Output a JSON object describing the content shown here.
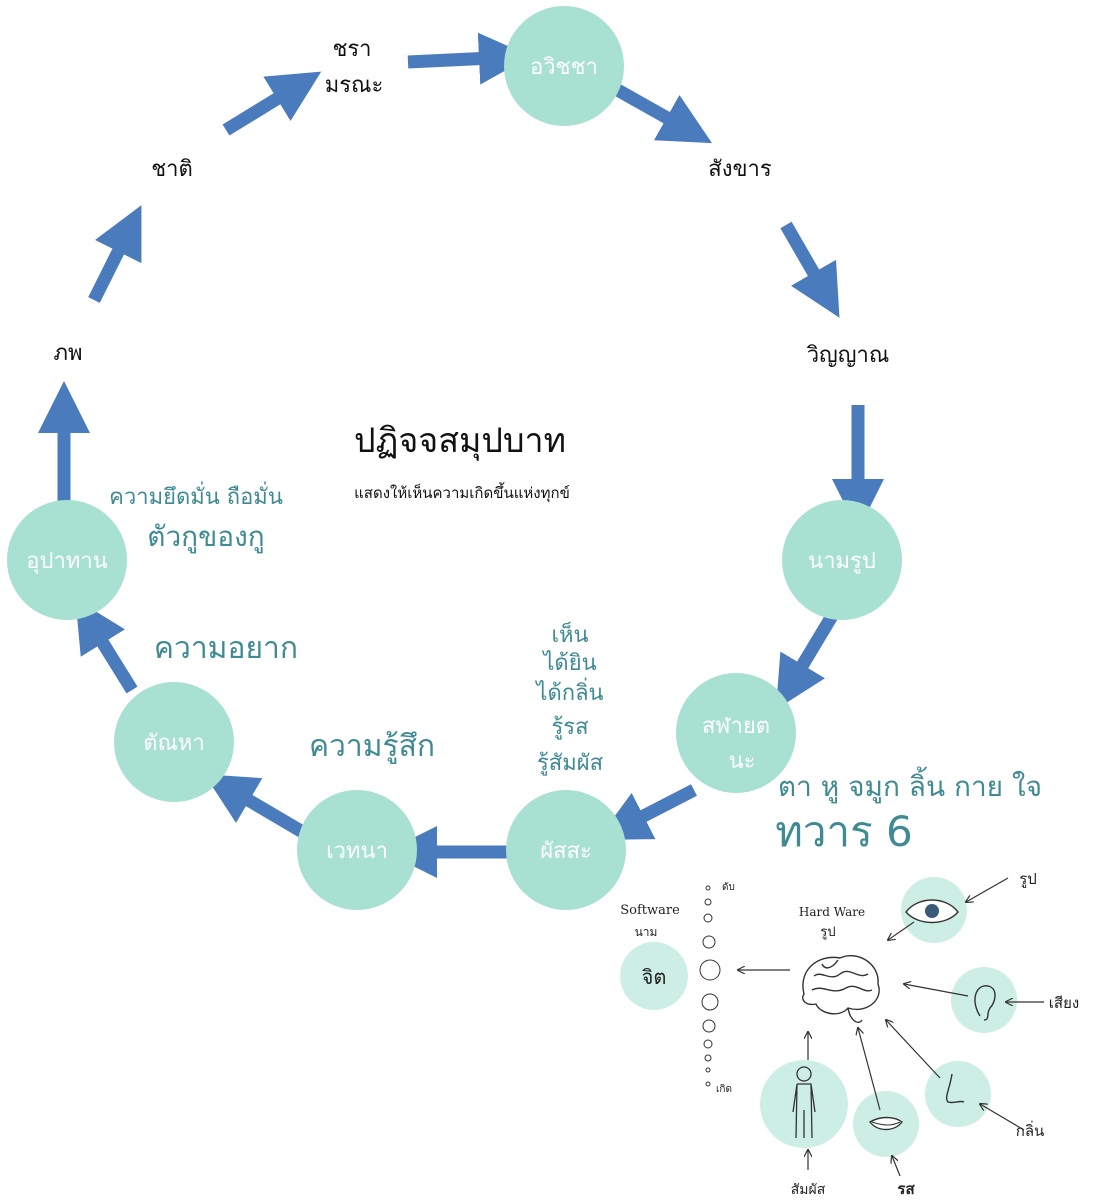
{
  "colors": {
    "node_fill": "#a8e0d2",
    "arrow": "#4a7bbd",
    "accent_text": "#3f8a93"
  },
  "title": "ปฏิจจสมุปบาท",
  "subtitle": "แสดงให้เห็นความเกิดขึ้นแห่งทุกข์",
  "nodes": {
    "avijja": "อวิชชา",
    "sankhara": "สังขาร",
    "vinnana": "วิญญาณ",
    "namarupa": "นามรูป",
    "salayatana_1": "สฬายต",
    "salayatana_2": "นะ",
    "phassa": "ผัสสะ",
    "vedana": "เวทนา",
    "tanha": "ตัณหา",
    "upadana": "อุปาทาน",
    "bhava": "ภพ",
    "jati": "ชาติ",
    "jara_1": "ชรา",
    "jara_2": "มรณะ"
  },
  "annotations": {
    "upadana_1": "ความยึดมั่น ถือมั่น",
    "upadana_2": "ตัวกูของกู",
    "tanha": "ความอยาก",
    "vedana": "ความรู้สึก",
    "phassa": [
      "เห็น",
      "ได้ยิน",
      "ได้กลิ่น",
      "รู้รส",
      "รู้สัมผัส"
    ],
    "senses": "ตา หู จมูก ลิ้น กาย ใจ",
    "doors": "ทวาร 6"
  },
  "sketch": {
    "software_1": "Software",
    "software_2": "นาม",
    "mind": "จิต",
    "hardware_1": "Hard Ware",
    "hardware_2": "รูป",
    "top_dot": "ดับ",
    "bottom_dot": "เกิด",
    "form": "รูป",
    "sound": "เสียง",
    "smell": "กลิ่น",
    "taste": "รส",
    "touch": "สัมผัส"
  }
}
